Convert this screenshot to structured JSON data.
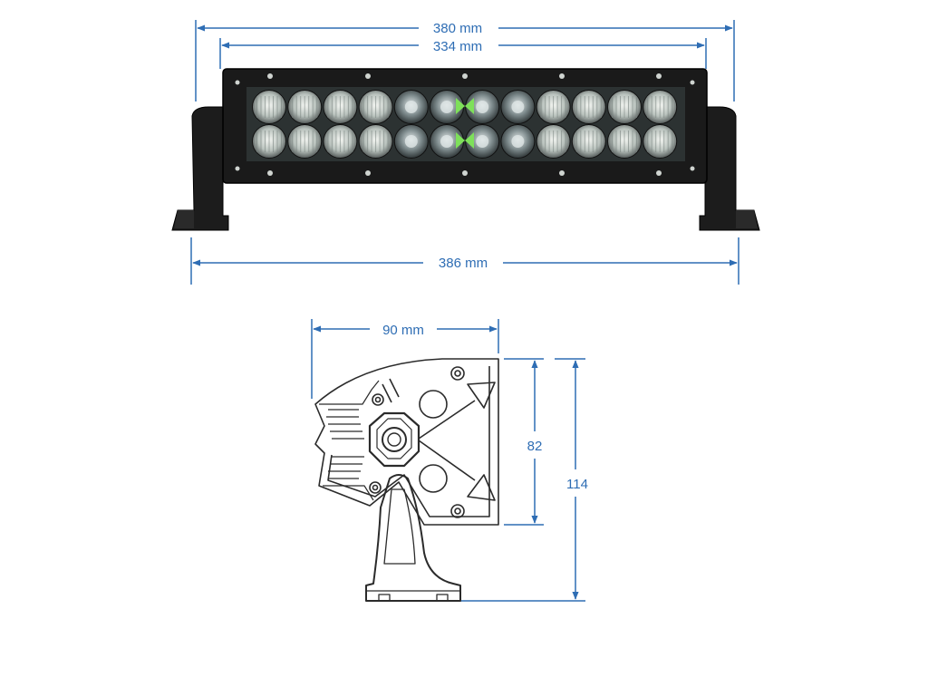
{
  "diagram": {
    "front_view": {
      "overall_width_label": "380 mm",
      "lens_width_label": "334 mm",
      "bracket_width_label": "386 mm"
    },
    "side_view": {
      "depth_label": "90 mm",
      "housing_height_label": "82",
      "total_height_label": "114"
    },
    "colors": {
      "dimension_line": "#2e6db4",
      "housing": "#1a1a1a",
      "led_highlight": "#7ee05a",
      "outline": "#2b2b2b"
    }
  }
}
